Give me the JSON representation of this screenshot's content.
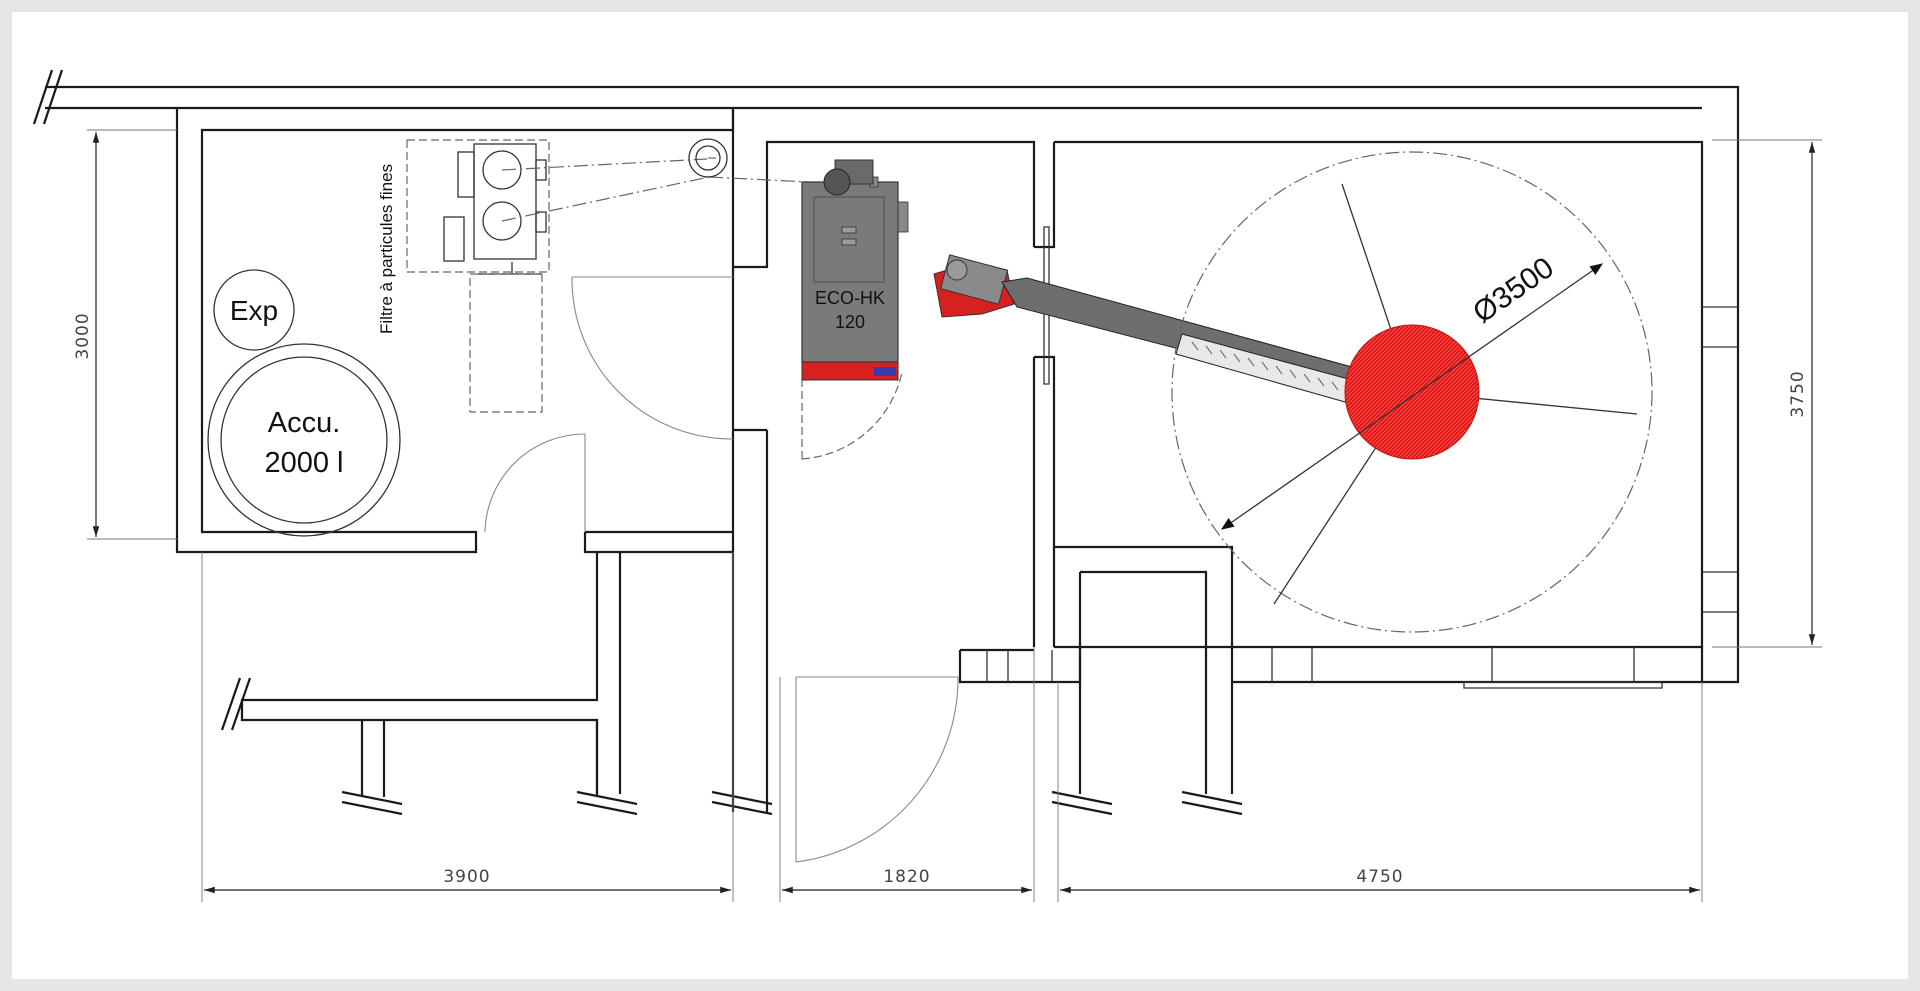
{
  "labels": {
    "filter": "Filtre à particules fines",
    "expansion": "Exp",
    "accu_line1": "Accu.",
    "accu_line2": "2000 l",
    "boiler_line1": "ECO-HK",
    "boiler_line2": "120",
    "silo_diameter": "Ø3500"
  },
  "dimensions": {
    "room1_width": "3900",
    "room2_width": "1820",
    "room3_width": "4750",
    "left_height": "3000",
    "right_height": "3750"
  },
  "colors": {
    "wall": "#1a1a1a",
    "boiler_body": "#7a7a7a",
    "boiler_base": "#d82020",
    "silo_core": "#e01818",
    "auger": "#6e6e6e",
    "sheet": "#ffffff",
    "frame": "#e6e6e6"
  }
}
